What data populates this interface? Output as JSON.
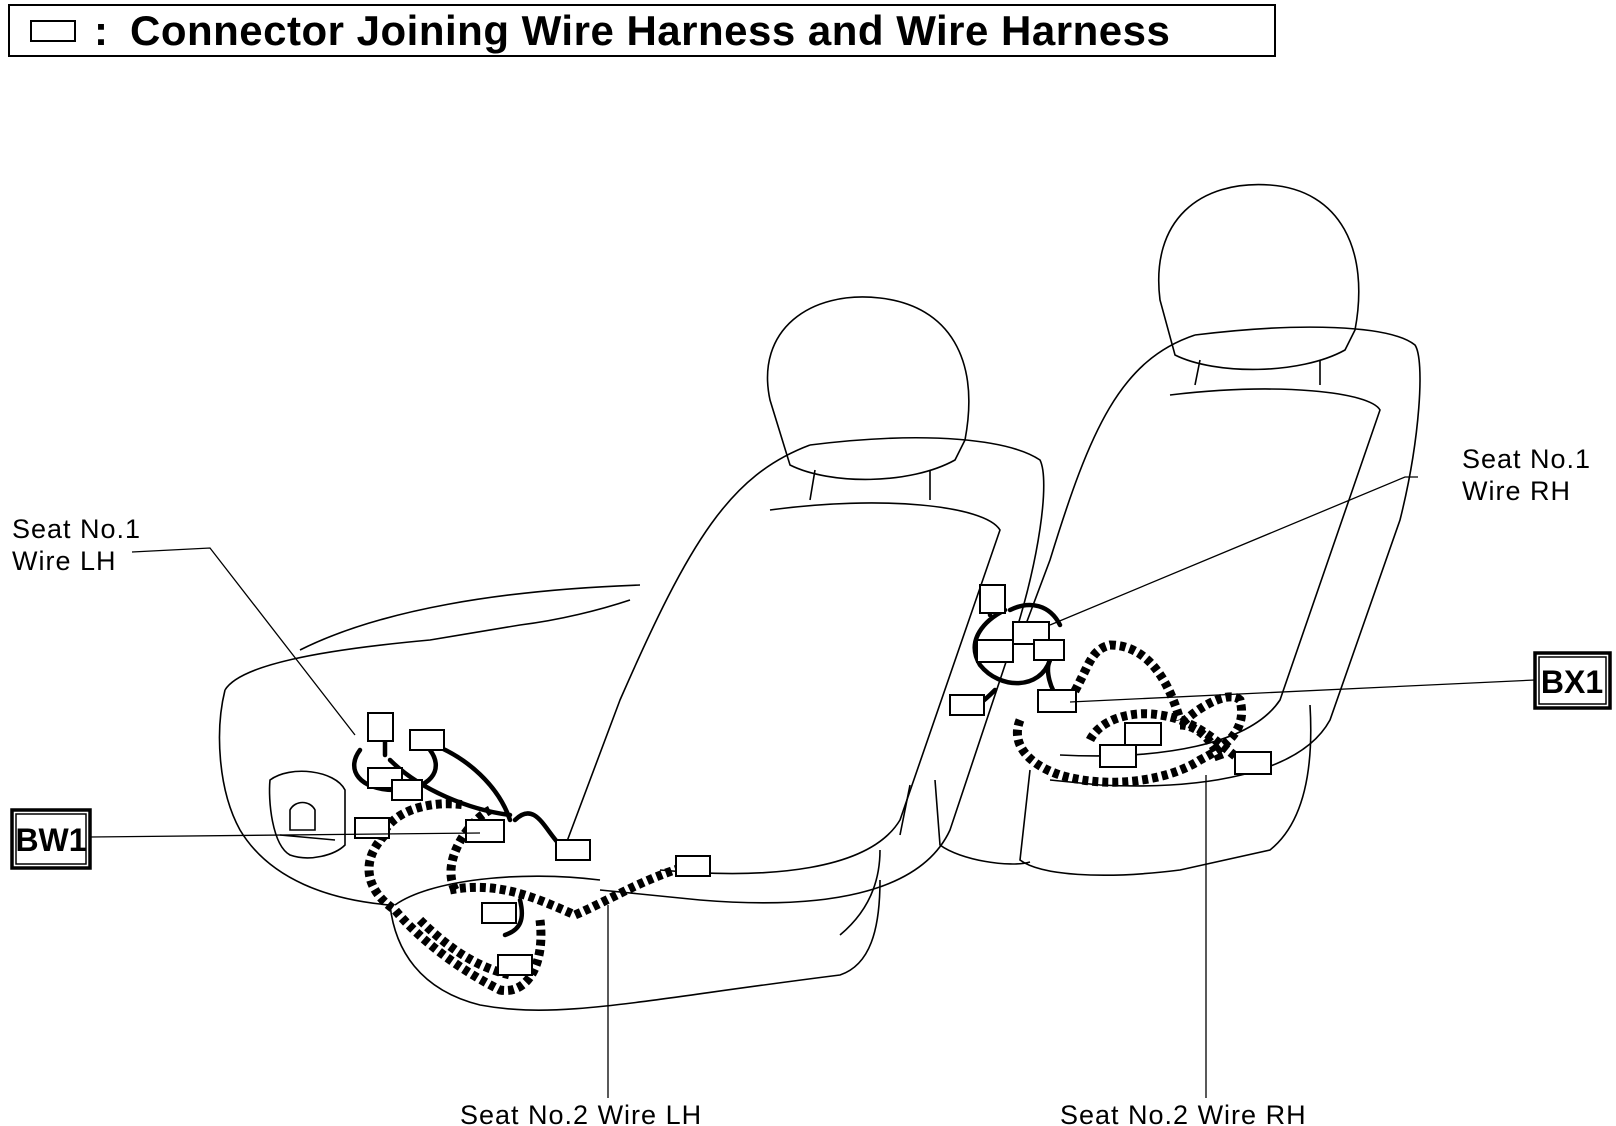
{
  "title": {
    "legend_icon": "connector-box-icon",
    "colon": ":",
    "text": "Connector Joining Wire Harness and Wire Harness"
  },
  "labels": {
    "seat_no1_lh_line1": "Seat No.1",
    "seat_no1_lh_line2": "Wire LH",
    "seat_no1_rh_line1": "Seat No.1",
    "seat_no1_rh_line2": "Wire RH",
    "seat_no2_lh": "Seat No.2 Wire LH",
    "seat_no2_rh": "Seat No.2 Wire RH"
  },
  "connectors": {
    "bw1": "BW1",
    "bx1": "BX1"
  }
}
